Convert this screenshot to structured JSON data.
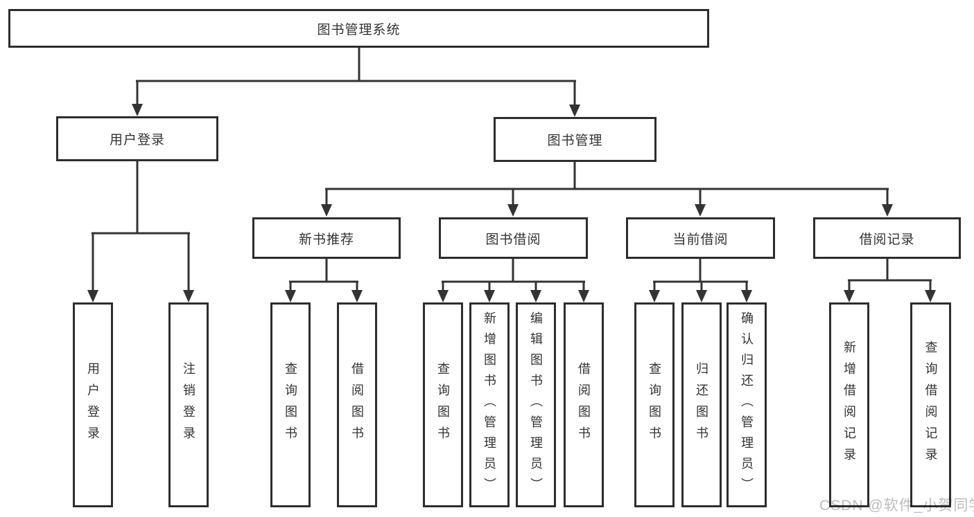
{
  "tree": {
    "label": "图书管理系统",
    "children": [
      {
        "label": "用户登录",
        "children": [
          {
            "label": "用户登录"
          },
          {
            "label": "注销登录"
          }
        ]
      },
      {
        "label": "图书管理",
        "children": [
          {
            "label": "新书推荐",
            "children": [
              {
                "label": "查询图书"
              },
              {
                "label": "借阅图书"
              }
            ]
          },
          {
            "label": "图书借阅",
            "children": [
              {
                "label": "查询图书"
              },
              {
                "label": "新增图书（管理员）"
              },
              {
                "label": "编辑图书（管理员）"
              },
              {
                "label": "借阅图书"
              }
            ]
          },
          {
            "label": "当前借阅",
            "children": [
              {
                "label": "查询图书"
              },
              {
                "label": "归还图书"
              },
              {
                "label": "确认归还（管理员）"
              }
            ]
          },
          {
            "label": "借阅记录",
            "children": [
              {
                "label": "新增借阅记录"
              },
              {
                "label": "查询借阅记录"
              }
            ]
          }
        ]
      }
    ]
  },
  "watermark": "CSDN @软件_小贺同学",
  "colors": {
    "line": "#333333",
    "box_border": "#2d2d2d",
    "text": "#333333",
    "background": "#ffffff",
    "watermark": "#bcbcbc"
  }
}
